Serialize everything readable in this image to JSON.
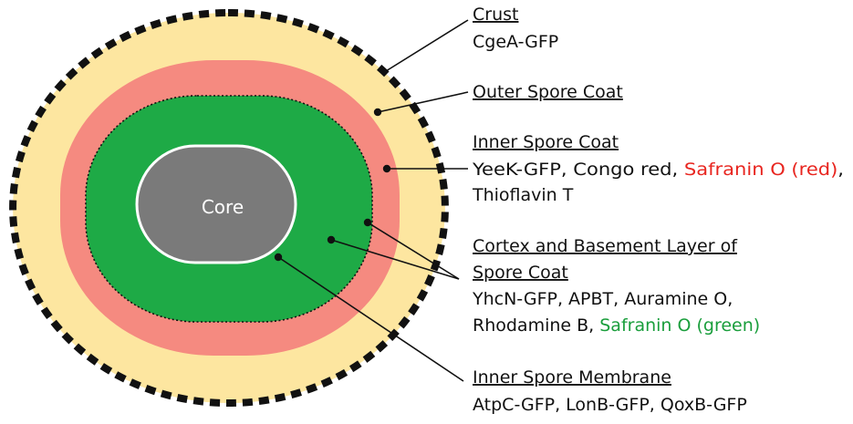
{
  "colors": {
    "crust_dash": "#111111",
    "outer_coat": "#fde6a0",
    "inner_coat": "#f58a80",
    "cortex": "#1eaa46",
    "core": "#7a7a7a",
    "core_outline": "#ffffff",
    "text": "#111111",
    "safranin_red": "#e8251f",
    "safranin_green": "#1a9e3c"
  },
  "core": {
    "label": "Core"
  },
  "labels": {
    "crust": {
      "title": "Crust",
      "line1": "CgeA-GFP"
    },
    "outer_coat": {
      "title": "Outer Spore Coat"
    },
    "inner_coat": {
      "title": "Inner Spore Coat",
      "line1_a": "YeeK-GFP, Congo red, ",
      "line1_b": "Safranin O (red)",
      "line1_c": ",",
      "line2": "Thioflavin T"
    },
    "cortex": {
      "title_line1": "Cortex and Basement Layer of",
      "title_line2": "Spore Coat",
      "line1": "YhcN-GFP, APBT, Auramine O,",
      "line2_a": "Rhodamine B, ",
      "line2_b": "Safranin O (green)"
    },
    "inner_membrane": {
      "title": "Inner Spore Membrane",
      "line1": "AtpC-GFP, LonB-GFP, QoxB-GFP"
    }
  }
}
